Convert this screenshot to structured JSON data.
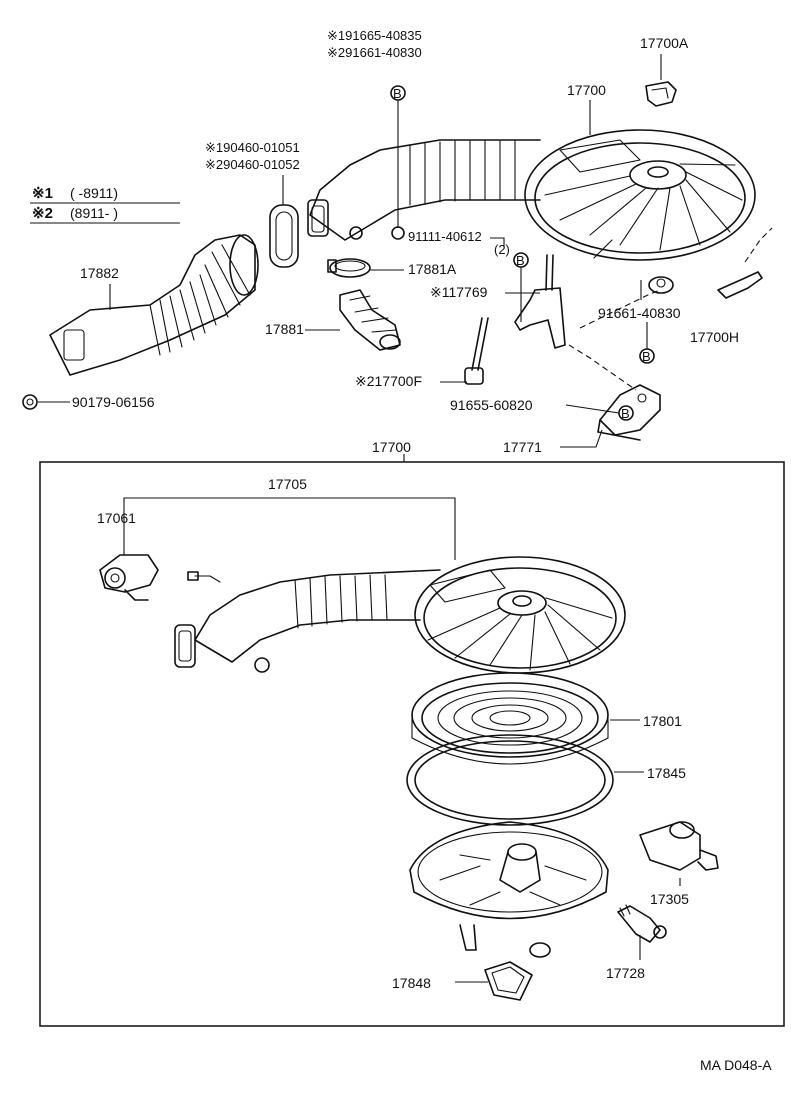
{
  "legend": {
    "row1_marker": "※1",
    "row1_range": "(      -8911)",
    "row2_marker": "※2",
    "row2_range": "(8911-        )"
  },
  "labels": {
    "p_ref_top_1": "※191665-40835",
    "p_ref_top_2": "※291661-40830",
    "p_17700A": "17700A",
    "p_17700_top": "17700",
    "p_ref_mid_1": "※190460-01051",
    "p_ref_mid_2": "※290460-01052",
    "p_17882": "17882",
    "p_91111": "91111-40612",
    "p_91111_qty": "(2)",
    "p_17881A": "17881A",
    "p_117769": "※117769",
    "p_17881": "17881",
    "p_91661": "91661-40830",
    "p_17700H": "17700H",
    "p_217700F": "※217700F",
    "p_90179": "90179-06156",
    "p_91655": "91655-60820",
    "p_17771": "17771",
    "p_17700_box": "17700",
    "p_17705": "17705",
    "p_17061": "17061",
    "p_17801": "17801",
    "p_17845": "17845",
    "p_17305": "17305",
    "p_17728": "17728",
    "p_17848": "17848",
    "b_marker": "B",
    "footer_code": "MA D048-A"
  }
}
